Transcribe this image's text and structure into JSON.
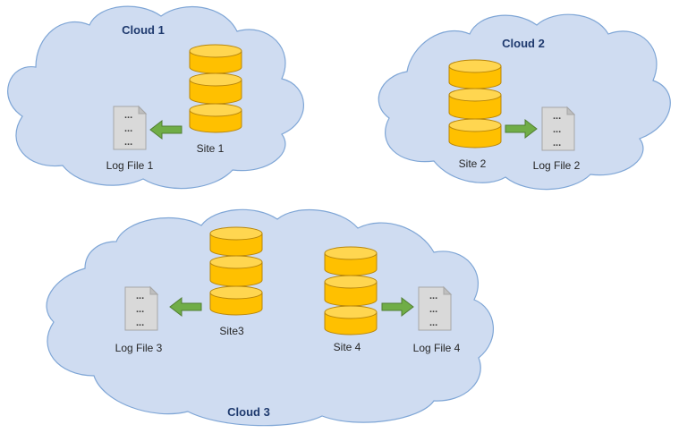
{
  "colors": {
    "cloud_fill": "#cfdcf1",
    "cloud_stroke": "#7fa6d6",
    "cloud_title": "#1f3a6e",
    "db_fill": "#ffc000",
    "db_top": "#ffd650",
    "db_stroke": "#b8860b",
    "doc_fill": "#d9d9d9",
    "doc_fold": "#bfbfbf",
    "doc_stroke": "#a6a6a6",
    "arrow_fill": "#70ad47",
    "arrow_stroke": "#507e32",
    "label_text": "#262626"
  },
  "clouds": [
    {
      "id": "cloud-1",
      "title": "Cloud 1",
      "sites": [
        {
          "label": "Site 1",
          "log_direction": "left"
        }
      ],
      "logs": [
        {
          "label": "Log File 1"
        }
      ]
    },
    {
      "id": "cloud-2",
      "title": "Cloud 2",
      "sites": [
        {
          "label": "Site 2",
          "log_direction": "right"
        }
      ],
      "logs": [
        {
          "label": "Log File 2"
        }
      ]
    },
    {
      "id": "cloud-3",
      "title": "Cloud 3",
      "sites": [
        {
          "label": "Site3",
          "log_direction": "left"
        },
        {
          "label": "Site 4",
          "log_direction": "right"
        }
      ],
      "logs": [
        {
          "label": "Log File 3"
        },
        {
          "label": "Log File 4"
        }
      ]
    }
  ],
  "icons": {
    "database": "database-icon",
    "log_file": "log-file-icon",
    "arrow": "arrow-icon"
  }
}
